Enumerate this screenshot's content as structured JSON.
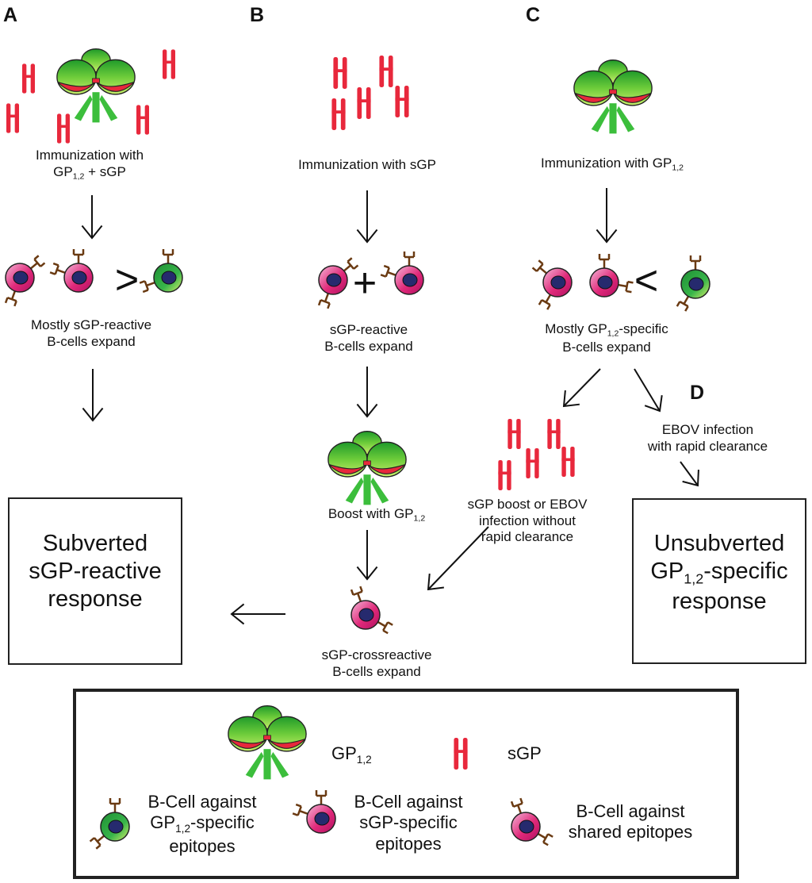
{
  "panels": {
    "a": "A",
    "b": "B",
    "c": "C",
    "d": "D"
  },
  "colA": {
    "immunization_line1": "Immunization with",
    "immunization_line2_main": "GP",
    "immunization_line2_sub": "1,2",
    "immunization_line2_rest": " + sGP",
    "comparison": ">",
    "expand_line1": "Mostly sGP-reactive",
    "expand_line2": "B-cells expand"
  },
  "colB": {
    "immunization": "Immunization with sGP",
    "plus": "+",
    "expand_line1": "sGP-reactive",
    "expand_line2": "B-cells expand",
    "boost_main": "Boost with GP",
    "boost_sub": "1,2",
    "cross_line1": "sGP-crossreactive",
    "cross_line2": "B-cells expand"
  },
  "colC": {
    "immunization_main": "Immunization with GP",
    "immunization_sub": "1,2",
    "comparison": "<",
    "expand_line1_pre": "Mostly GP",
    "expand_line1_sub": "1,2",
    "expand_line1_post": "-specific",
    "expand_line2": "B-cells expand",
    "sgp_boost_line1": "sGP boost or EBOV",
    "sgp_boost_line2": "infection without",
    "sgp_boost_line3": "rapid clearance"
  },
  "colD": {
    "ebov_line1": "EBOV infection",
    "ebov_line2": "with rapid clearance"
  },
  "outcomes": {
    "subverted_line1": "Subverted",
    "subverted_line2": "sGP-reactive",
    "subverted_line3": "response",
    "unsubverted_line1": "Unsubverted",
    "unsubverted_line2_main": "GP",
    "unsubverted_line2_sub": "1,2",
    "unsubverted_line2_post": "-specific",
    "unsubverted_line3": "response"
  },
  "legend": {
    "gp_main": "GP",
    "gp_sub": "1,2",
    "sgp": "sGP",
    "bcell_gp_line1": "B-Cell against",
    "bcell_gp_line2_main": "GP",
    "bcell_gp_line2_sub": "1,2",
    "bcell_gp_line2_post": "-specific",
    "bcell_gp_line3": "epitopes",
    "bcell_sgp_line1": "B-Cell against",
    "bcell_sgp_line2": "sGP-specific",
    "bcell_sgp_line3": "epitopes",
    "bcell_shared_line1": "B-Cell against",
    "bcell_shared_line2": "shared epitopes"
  },
  "colors": {
    "sgp_red": "#e8283c",
    "gp_green": "#3cbe3c",
    "cell_magenta": "#e0297a",
    "cell_green": "#38b54a",
    "nucleus": "#262a6e",
    "antibody_brown": "#6a3a12"
  }
}
